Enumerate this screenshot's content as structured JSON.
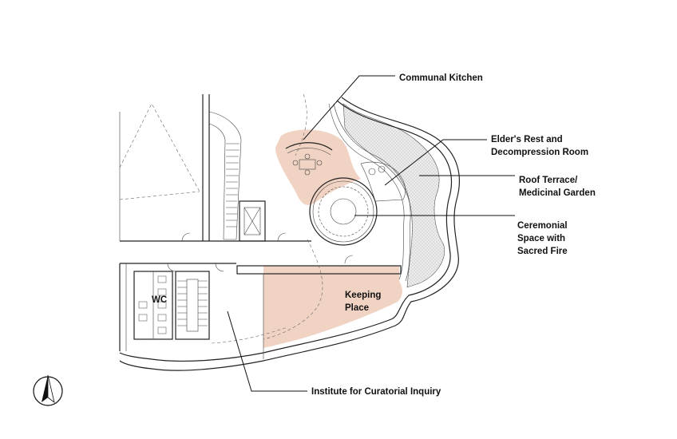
{
  "labels": {
    "communal_kitchen": "Communal Kitchen",
    "elders_rest_line1": "Elder's Rest and",
    "elders_rest_line2": "Decompression Room",
    "roof_terrace_line1": "Roof Terrace/",
    "roof_terrace_line2": "Medicinal Garden",
    "ceremonial_line1": "Ceremonial",
    "ceremonial_line2": "Space with",
    "ceremonial_line3": "Sacred Fire",
    "keeping_place_line1": "Keeping",
    "keeping_place_line2": "Place",
    "wc": "WC",
    "institute": "Institute for Curatorial Inquiry"
  },
  "icons": {
    "north_arrow": "north-arrow-icon"
  },
  "colors": {
    "highlight": "#f1d3c3",
    "linework": "#222222",
    "background": "#ffffff"
  }
}
